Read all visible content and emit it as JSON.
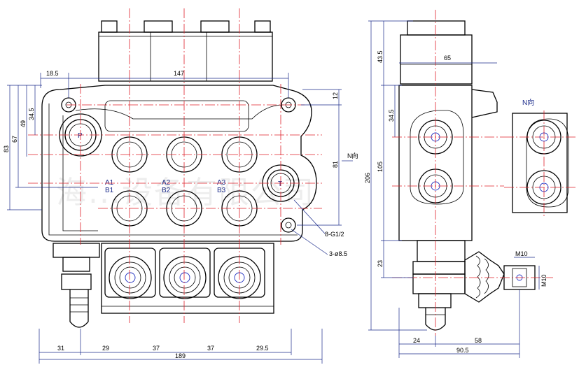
{
  "watermark": "海...设备有限公司",
  "front_view": {
    "port_labels": {
      "p": "P",
      "t": "T",
      "a1": "A1",
      "b1": "B1",
      "a2": "A2",
      "b2": "B2",
      "a3": "A3",
      "b3": "B3"
    },
    "callouts": {
      "thread": "8-G1/2",
      "holes": "3-ø8.5"
    },
    "dims": {
      "d18_5": "18.5",
      "d147": "147",
      "d12": "12",
      "d34_5": "34.5",
      "d49": "49",
      "d67": "67",
      "d83": "83",
      "d81": "81",
      "d31": "31",
      "d29": "29",
      "d37a": "37",
      "d37b": "37",
      "d29_5": "29.5",
      "d189": "189"
    }
  },
  "side_view": {
    "dims": {
      "d43_5": "43.5",
      "d65": "65",
      "d34_5": "34.5",
      "d105": "105",
      "d206": "206",
      "d23": "23",
      "d24": "24",
      "d58": "58",
      "d90_5": "90.5"
    },
    "thread_labels": {
      "m10_top": "M10",
      "m10_side": "M10"
    }
  },
  "n_view": {
    "title": "N向"
  }
}
